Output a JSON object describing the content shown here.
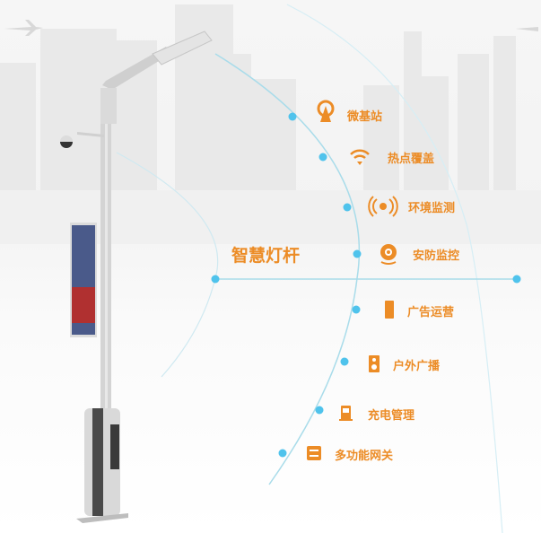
{
  "title": "智慧灯杆",
  "colors": {
    "accent": "#ec8c26",
    "line": "#a9dcea",
    "dot": "#4fc3ec"
  },
  "features": [
    {
      "label": "微基站",
      "icon": "antenna-tower-icon"
    },
    {
      "label": "热点覆盖",
      "icon": "wifi-icon"
    },
    {
      "label": "环境监测",
      "icon": "radio-signal-icon"
    },
    {
      "label": "安防监控",
      "icon": "security-camera-icon"
    },
    {
      "label": "广告运营",
      "icon": "billboard-icon"
    },
    {
      "label": "户外广播",
      "icon": "speaker-icon"
    },
    {
      "label": "充电管理",
      "icon": "charging-station-icon"
    },
    {
      "label": "多功能网关",
      "icon": "gateway-icon"
    }
  ]
}
